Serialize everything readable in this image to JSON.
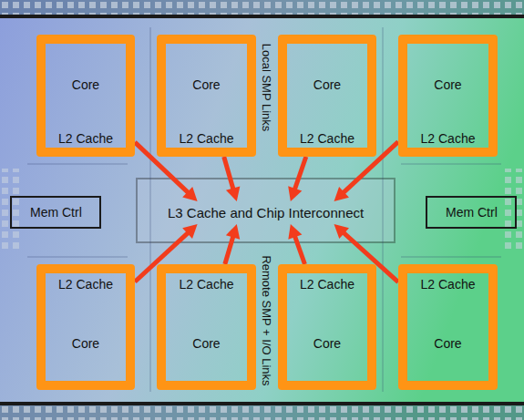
{
  "diagram": {
    "nodes": [
      {
        "text": [
          "Core",
          "L2 Cache"
        ]
      },
      {
        "text": [
          "Core",
          "L2 Cache"
        ]
      },
      {
        "text": [
          "Core",
          "L2 Cache"
        ]
      },
      {
        "text": [
          "Core",
          "L2 Cache"
        ]
      },
      {
        "text": [
          "L3 Cache and Chip Interconnect"
        ]
      },
      {
        "text": [
          "L2 Cache",
          "Core"
        ]
      },
      {
        "text": [
          "L2 Cache",
          "Core"
        ]
      },
      {
        "text": [
          "L2 Cache",
          "Core"
        ]
      },
      {
        "text": [
          "L2 Cache",
          "Core"
        ]
      }
    ],
    "edges": [
      {
        "from": 0,
        "to": 4,
        "arrow": "to"
      },
      {
        "from": 1,
        "to": 4,
        "arrow": "to"
      },
      {
        "from": 2,
        "to": 4,
        "arrow": "to"
      },
      {
        "from": 3,
        "to": 4,
        "arrow": "to"
      },
      {
        "from": 5,
        "to": 4,
        "arrow": "to"
      },
      {
        "from": 6,
        "to": 4,
        "arrow": "to"
      },
      {
        "from": 7,
        "to": 4,
        "arrow": "to"
      },
      {
        "from": 8,
        "to": 4,
        "arrow": "to"
      }
    ],
    "labels": [
      "Local SMP Links",
      "Mem Ctrl",
      "Mem Ctrl",
      "Remote SMP + I/O Links"
    ]
  }
}
